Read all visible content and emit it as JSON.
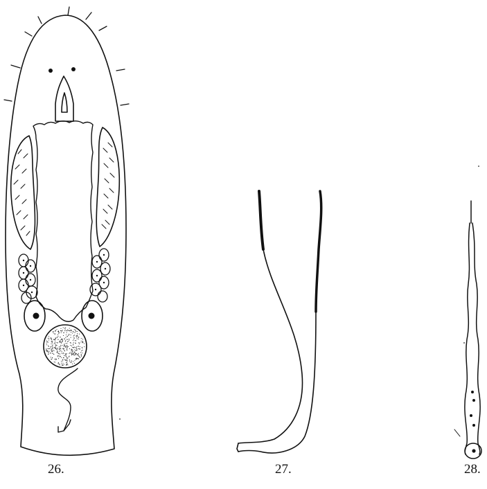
{
  "figures": [
    {
      "label": "26."
    },
    {
      "label": "27."
    },
    {
      "label": "28."
    }
  ],
  "colors": {
    "ink": "#111111",
    "paper": "#ffffff"
  }
}
